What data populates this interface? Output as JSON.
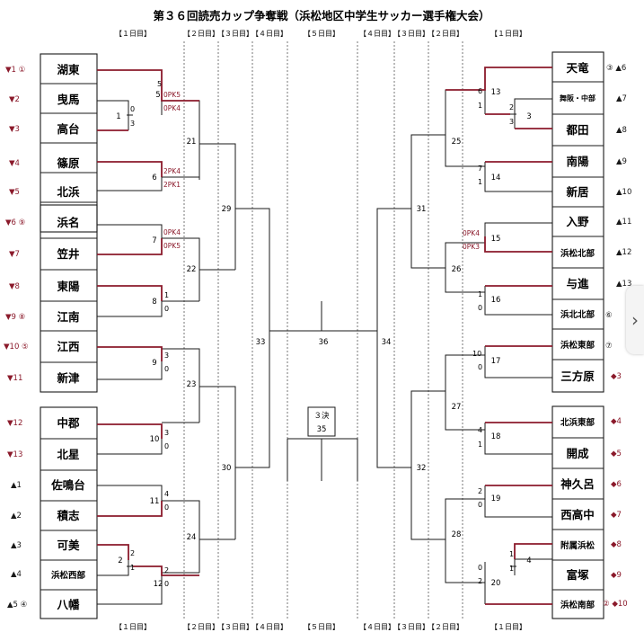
{
  "title": "第３６回読売カップ争奪戦（浜松地区中学生サッカー選手権大会）",
  "day_labels": {
    "d1": "【１日目】",
    "d2": "【２日目】",
    "d3": "【３日目】",
    "d4": "【４日目】",
    "d5": "【５日目】"
  },
  "third_place_label": "３決",
  "next_arrow": "›",
  "left_teams": [
    {
      "seed": "▼1 ①",
      "name": "湖東"
    },
    {
      "seed": "▼2",
      "name": "曳馬"
    },
    {
      "seed": "▼3",
      "name": "高台"
    },
    {
      "seed": "▼4",
      "name": "篠原"
    },
    {
      "seed": "▼5",
      "name": "北浜"
    },
    {
      "seed": "▼6 ⑨",
      "name": "浜名"
    },
    {
      "seed": "▼7",
      "name": "笠井"
    },
    {
      "seed": "▼8",
      "name": "東陽"
    },
    {
      "seed": "▼9 ⑧",
      "name": "江南"
    },
    {
      "seed": "▼10 ⑤",
      "name": "江西"
    },
    {
      "seed": "▼11",
      "name": "新津"
    },
    {
      "seed": "▼12",
      "name": "中郡"
    },
    {
      "seed": "▼13",
      "name": "北星"
    },
    {
      "seed": "▲1",
      "name": "佐鳴台"
    },
    {
      "seed": "▲2",
      "name": "積志"
    },
    {
      "seed": "▲3",
      "name": "可美"
    },
    {
      "seed": "▲4",
      "name": "浜松西部"
    },
    {
      "seed": "▲5 ④",
      "name": "八幡"
    }
  ],
  "right_teams": [
    {
      "seed": "③ ▲6",
      "name": "天竜"
    },
    {
      "seed": "▲7",
      "name": "舞阪・中部"
    },
    {
      "seed": "▲8",
      "name": "都田"
    },
    {
      "seed": "▲9",
      "name": "南陽"
    },
    {
      "seed": "▲10",
      "name": "新居"
    },
    {
      "seed": "▲11",
      "name": "入野"
    },
    {
      "seed": "▲12",
      "name": "浜松北部"
    },
    {
      "seed": "▲13",
      "name": "与進"
    },
    {
      "seed": "⑥",
      "name": "浜北北部"
    },
    {
      "seed": "⑦",
      "name": "浜松東部"
    },
    {
      "seed": "◆3",
      "name": "三方原"
    },
    {
      "seed": "◆4",
      "name": "北浜東部"
    },
    {
      "seed": "◆5",
      "name": "開成"
    },
    {
      "seed": "◆6",
      "name": "神久呂"
    },
    {
      "seed": "◆7",
      "name": "西高中"
    },
    {
      "seed": "◆8",
      "name": "附属浜松"
    },
    {
      "seed": "◆9",
      "name": "富塚"
    },
    {
      "seed": "② ◆10",
      "name": "浜松南部"
    }
  ],
  "match_numbers": {
    "m1": "1",
    "m2": "2",
    "m3": "3",
    "m4": "4",
    "m5": "5",
    "m6": "6",
    "m7": "7",
    "m8": "8",
    "m9": "9",
    "m10": "10",
    "m11": "11",
    "m12": "12",
    "m13": "13",
    "m14": "14",
    "m15": "15",
    "m16": "16",
    "m17": "17",
    "m18": "18",
    "m19": "19",
    "m20": "20",
    "m21": "21",
    "m22": "22",
    "m23": "23",
    "m24": "24",
    "m25": "25",
    "m26": "26",
    "m27": "27",
    "m28": "28",
    "m29": "29",
    "m30": "30",
    "m31": "31",
    "m32": "32",
    "m33": "33",
    "m34": "34",
    "m35": "35",
    "m36": "36"
  },
  "scores": {
    "s1a": "0",
    "s1b": "3",
    "s5a": "5",
    "s5pa": "0PK5",
    "s5pb": "0PK4",
    "s6a": "2PK4",
    "s6b": "2PK1",
    "s7a": "0PK4",
    "s7b": "0PK5",
    "s8a": "1",
    "s8b": "0",
    "s9a": "3",
    "s9b": "0",
    "s10a": "3",
    "s10b": "0",
    "s11a": "4",
    "s11b": "0",
    "s2a": "2",
    "s2b": "1",
    "s12a": "2",
    "s12b": "0",
    "s13a": "6",
    "s13b": "1",
    "s3a": "2",
    "s3b": "3",
    "s14a": "7",
    "s14b": "1",
    "s15a": "0PK4",
    "s15b": "0PK3",
    "s16a": "1",
    "s16b": "0",
    "s17a": "10",
    "s17b": "0",
    "s18a": "4",
    "s18b": "1",
    "s19a": "2",
    "s19b": "0",
    "s20a": "0",
    "s20b": "2",
    "s4a": "1",
    "s4b": "1"
  },
  "colors": {
    "line": "#1a1a1a",
    "winner": "#8b1a2b"
  }
}
